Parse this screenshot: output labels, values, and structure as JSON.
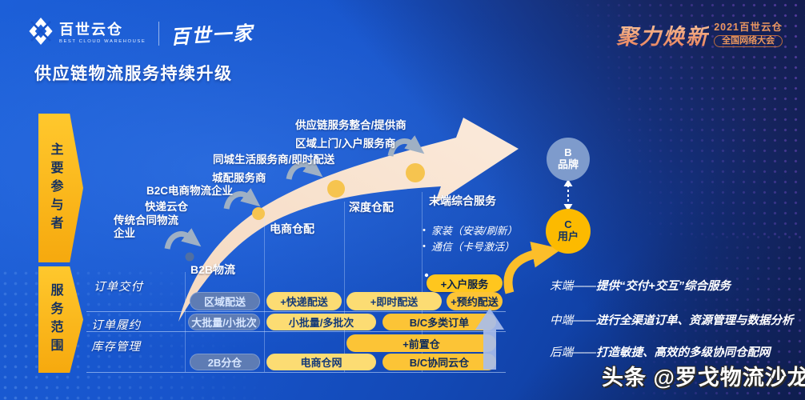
{
  "header": {
    "logo": {
      "name": "百世云仓",
      "tagline": "BEST CLOUD WAREHOUSE",
      "signature": "百世一家"
    },
    "event": {
      "slogan": "聚力焕新",
      "year_line": "2021百世云仓",
      "event_line": "全国网络大会"
    }
  },
  "title": "供应链物流服务持续升级",
  "sidebar": {
    "participants": "主要参与者",
    "scope": "服务范围"
  },
  "evolution": {
    "stages": [
      {
        "label": "传统合同物流企业"
      },
      {
        "label": "快递云仓"
      },
      {
        "label": "B2C电商物流企业"
      },
      {
        "label": "城配服务商"
      },
      {
        "label": "同城生活服务商/即时配送"
      },
      {
        "label": "区域上门/入户服务商"
      },
      {
        "label": "供应链服务整合/提供商"
      }
    ],
    "milestones": [
      {
        "label": "B2B物流"
      },
      {
        "label": "电商仓配"
      },
      {
        "label": "深度仓配"
      },
      {
        "label": "末端综合服务"
      }
    ],
    "end_services": [
      "家装（安装/刷新）",
      "通信（卡号激活）"
    ]
  },
  "actors": {
    "brand": {
      "line1": "B",
      "line2": "品牌"
    },
    "user": {
      "line1": "C",
      "line2": "用户"
    }
  },
  "service_table": {
    "row_labels": {
      "delivery": "订单交付",
      "fulfillment": "订单履约",
      "inventory": "库存管理"
    },
    "pills": {
      "regional": "区域配送",
      "express": "+快递配送",
      "instant": "+即时配送",
      "reserved": "+预约配送",
      "home": "+入户服务",
      "bulk": "大批量/小批次",
      "small_multi": "小批量/多批次",
      "bc_orders": "B/C多类订单",
      "front_wh": "+前置仓",
      "b2b_wh": "2B分仓",
      "ecom_net": "电商仓网",
      "bc_cloud": "B/C协同云仓"
    }
  },
  "annotations": [
    {
      "prefix": "末端——",
      "text": "提供“交付+交互”综合服务"
    },
    {
      "prefix": "中端——",
      "text": "进行全渠道订单、资源管理与数据分析"
    },
    {
      "prefix": "后端——",
      "text": "打造敏捷、高效的多级协同仓配网"
    }
  ],
  "watermark": "头条 @罗戈物流沙龙",
  "colors": {
    "accent_yellow": "#ffc61e",
    "light_yellow": "#fcdc73",
    "muted_blue": "#5e7cb4",
    "brand_circle": "#7e9bcc",
    "user_circle": "#fcba00",
    "arrow_cream": "#f8e0c9"
  }
}
